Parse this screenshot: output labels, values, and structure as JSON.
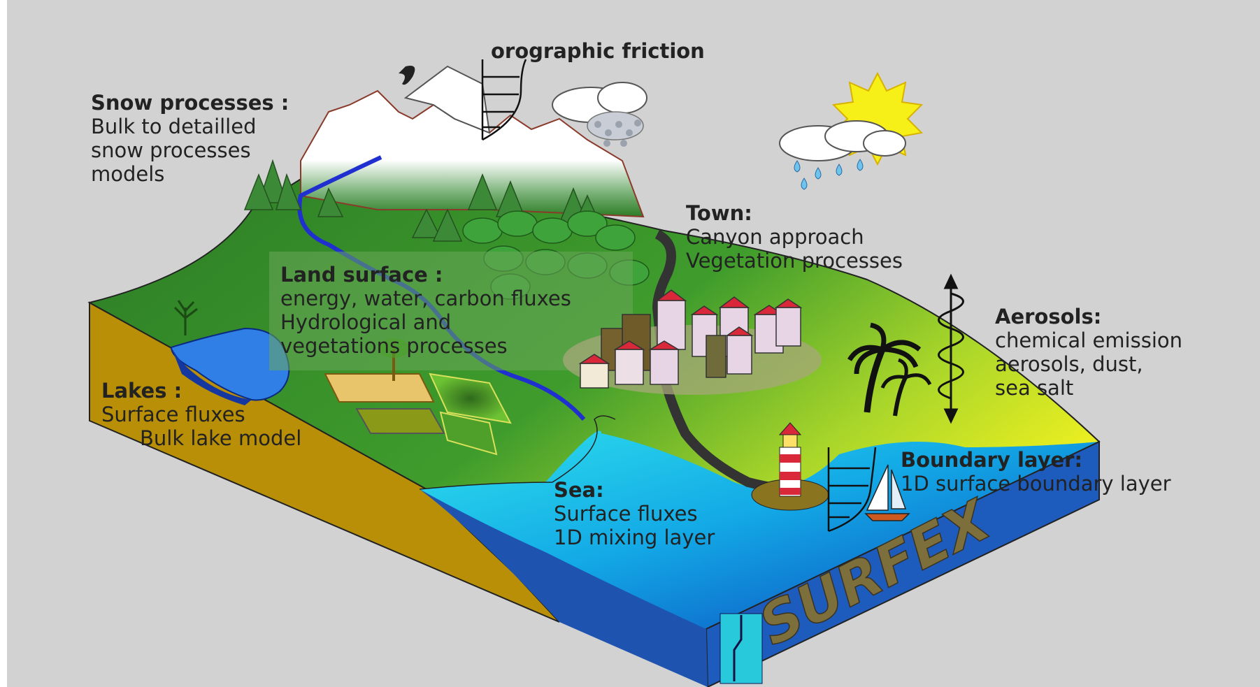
{
  "title": "orographic friction",
  "logo_text": "SURFEX",
  "labels": {
    "snow": {
      "heading": "Snow processes :",
      "lines": [
        "Bulk to detailled",
        "snow processes",
        "models"
      ]
    },
    "land": {
      "heading": "Land surface :",
      "lines": [
        "energy, water, carbon fluxes",
        "Hydrological and",
        "vegetations  processes"
      ]
    },
    "lakes": {
      "heading": "Lakes :",
      "lines": [
        "Surface fluxes",
        "Bulk lake model"
      ]
    },
    "town": {
      "heading": "Town:",
      "lines": [
        "Canyon approach",
        "Vegetation processes"
      ]
    },
    "aerosols": {
      "heading": "Aerosols:",
      "lines": [
        "chemical emission",
        "aerosols, dust,",
        "sea salt"
      ]
    },
    "boundary": {
      "heading": "Boundary layer:",
      "lines": [
        "1D surface boundary layer"
      ]
    },
    "sea": {
      "heading": "Sea:",
      "lines": [
        "Surface fluxes",
        "1D mixing layer"
      ]
    }
  },
  "colors": {
    "background": "#d2d2d2",
    "soil": "#b88f06",
    "land_green": "#2f8a2a",
    "snow": "#ffffff",
    "river": "#1f2fd0",
    "sea_light": "#25d6e6",
    "sea_deep": "#0b50c0",
    "coast_yellow": "#e9ef20",
    "sun": "#f7ef18",
    "logo": "#7c6f3c"
  }
}
